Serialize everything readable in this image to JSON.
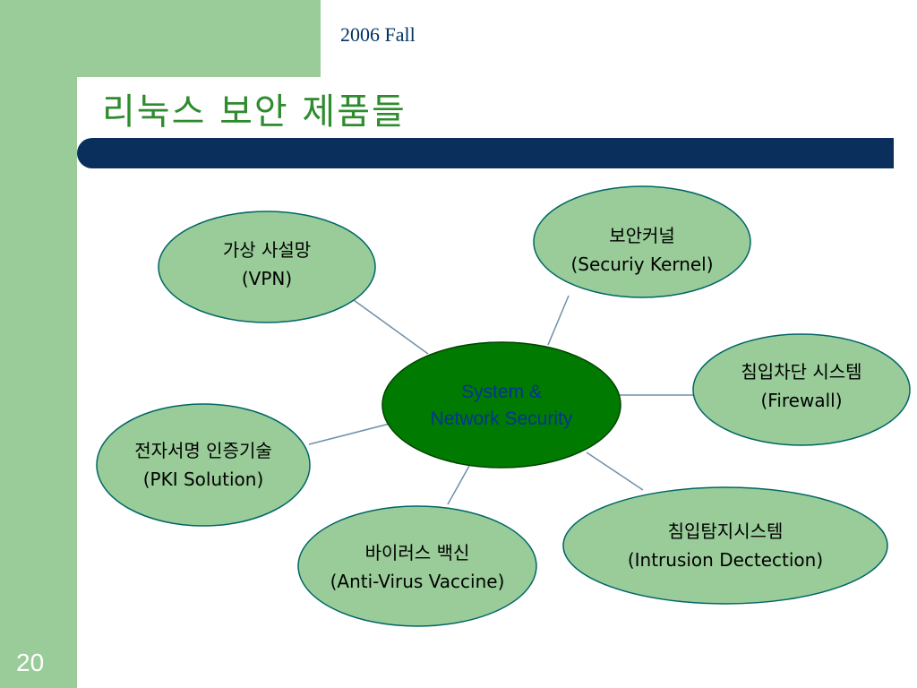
{
  "slide": {
    "header": "2006 Fall",
    "title": "리눅스 보안 제품들",
    "page_number": "20"
  },
  "diagram": {
    "center": {
      "line1": "System &",
      "line2": "Network Security"
    },
    "nodes": [
      {
        "id": "vpn",
        "line1": "가상 사설망",
        "line2": "(VPN)"
      },
      {
        "id": "kernel",
        "line1": "보안커널",
        "line2": "(Securiy Kernel)"
      },
      {
        "id": "firewall",
        "line1": "침입차단 시스템",
        "line2": "(Firewall)"
      },
      {
        "id": "pki",
        "line1": "전자서명 인증기술",
        "line2": "(PKI Solution)"
      },
      {
        "id": "antivirus",
        "line1": "바이러스 백신",
        "line2": "(Anti-Virus Vaccine)"
      },
      {
        "id": "ids",
        "line1": "침입탐지시스템",
        "line2": "(Intrusion Dectection)"
      }
    ]
  },
  "colors": {
    "sidebar": "#99cc99",
    "title_bar": "#0a2f5c",
    "title_text": "#2e8b2e",
    "node_fill": "#99cc99",
    "center_fill": "#007a00",
    "center_text": "#003399"
  }
}
